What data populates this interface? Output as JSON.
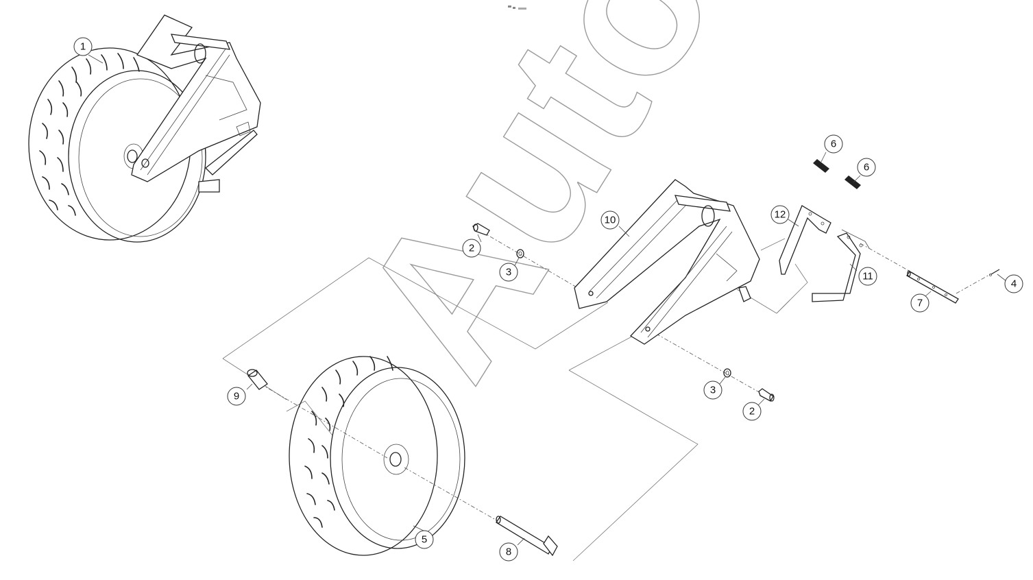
{
  "watermark": "AutoSoft",
  "callouts": [
    {
      "id": "c1",
      "label": "1"
    },
    {
      "id": "c2a",
      "label": "2"
    },
    {
      "id": "c2b",
      "label": "2"
    },
    {
      "id": "c3a",
      "label": "3"
    },
    {
      "id": "c3b",
      "label": "3"
    },
    {
      "id": "c4",
      "label": "4"
    },
    {
      "id": "c5",
      "label": "5"
    },
    {
      "id": "c6a",
      "label": "6"
    },
    {
      "id": "c6b",
      "label": "6"
    },
    {
      "id": "c7",
      "label": "7"
    },
    {
      "id": "c8",
      "label": "8"
    },
    {
      "id": "c9",
      "label": "9"
    },
    {
      "id": "c10",
      "label": "10"
    },
    {
      "id": "c11",
      "label": "11"
    },
    {
      "id": "c12",
      "label": "12"
    }
  ]
}
